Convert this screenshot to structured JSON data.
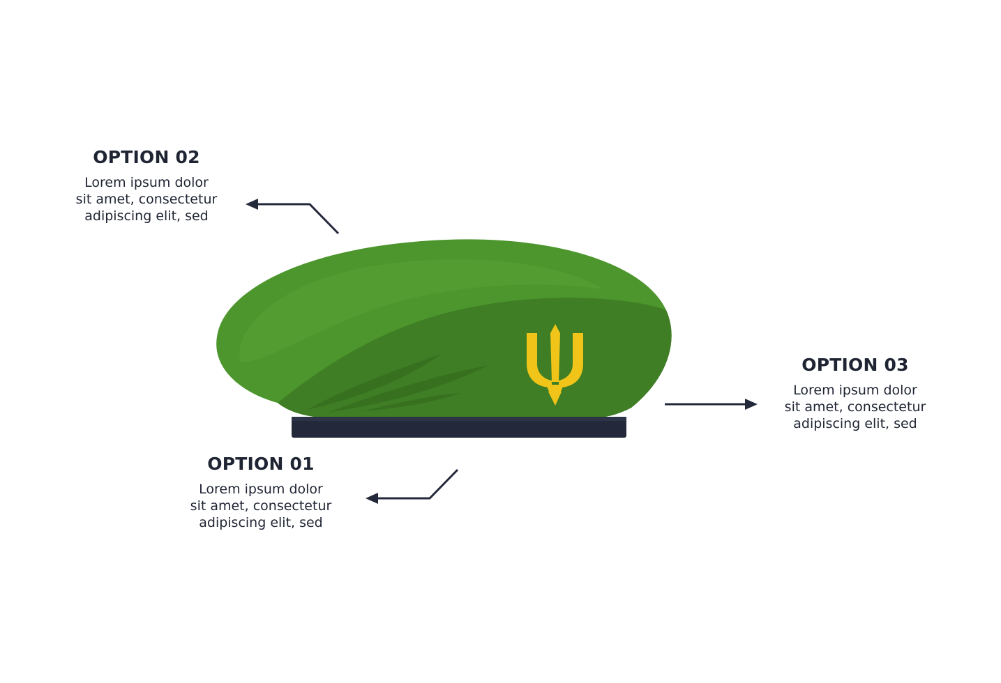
{
  "options": [
    {
      "id": "option-01",
      "title": "OPTION 01",
      "lines": [
        "Lorem ipsum dolor",
        "sit amet, consectetur",
        "adipiscing elit, sed"
      ]
    },
    {
      "id": "option-02",
      "title": "OPTION 02",
      "lines": [
        "Lorem ipsum dolor",
        "sit amet, consectetur",
        "adipiscing elit, sed"
      ]
    },
    {
      "id": "option-03",
      "title": "OPTION 03",
      "lines": [
        "Lorem ipsum dolor",
        "sit amet, consectetur",
        "adipiscing elit, sed"
      ]
    }
  ],
  "colors": {
    "beret_main": "#4c962d",
    "beret_dark": "#3f7e25",
    "beret_shadow": "#37711f",
    "band": "#23283a",
    "emblem": "#f0c419",
    "text": "#1f2433",
    "arrow": "#23283a"
  },
  "icons": {
    "illustration": "green-beret-icon",
    "emblem": "trident-emblem-icon",
    "pointer": "arrow-icon"
  }
}
